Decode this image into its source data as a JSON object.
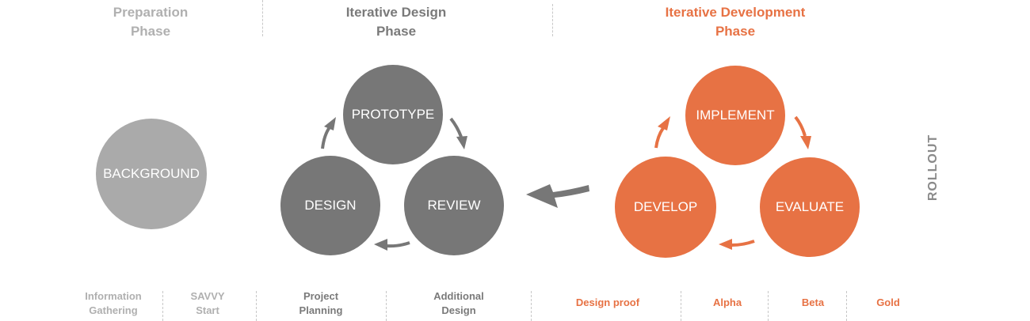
{
  "colors": {
    "light_gray": "#aaaaaa",
    "dark_gray": "#777777",
    "orange": "#e77244"
  },
  "phases": [
    {
      "title_line1": "Preparation",
      "title_line2": "Phase"
    },
    {
      "title_line1": "Iterative Design",
      "title_line2": "Phase"
    },
    {
      "title_line1": "Iterative Development",
      "title_line2": "Phase"
    }
  ],
  "nodes": {
    "background": "BACKGROUND",
    "prototype": "PROTOTYPE",
    "design": "DESIGN",
    "review": "REVIEW",
    "implement": "IMPLEMENT",
    "develop": "DEVELOP",
    "evaluate": "EVALUATE"
  },
  "rollout": "ROLLOUT",
  "milestones": [
    {
      "line1": "Information",
      "line2": "Gathering"
    },
    {
      "line1": "SAVVY",
      "line2": "Start"
    },
    {
      "line1": "Project",
      "line2": "Planning"
    },
    {
      "line1": "Additional",
      "line2": "Design"
    },
    {
      "line1": "Design proof",
      "line2": ""
    },
    {
      "line1": "Alpha",
      "line2": ""
    },
    {
      "line1": "Beta",
      "line2": ""
    },
    {
      "line1": "Gold",
      "line2": ""
    }
  ]
}
